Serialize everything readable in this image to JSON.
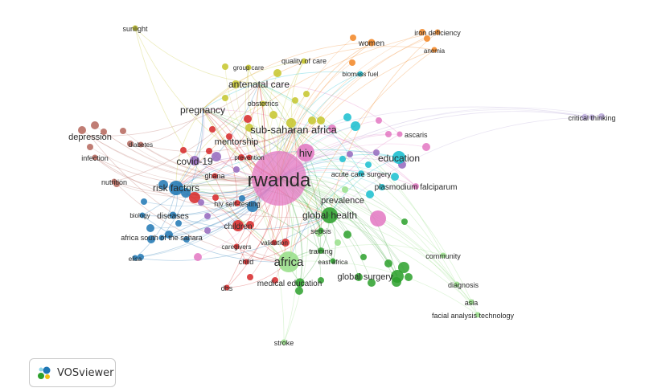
{
  "app": {
    "name": "VOSviewer"
  },
  "cluster_colors": {
    "pink": "#e377c2",
    "red": "#d62728",
    "yellow": "#c5c52a",
    "orange": "#f28522",
    "cyan": "#17becf",
    "green": "#2ca02c",
    "lightgreen": "#98df8a",
    "blue": "#1f77b4",
    "brown": "#b5665c",
    "purple": "#9467bd",
    "lavender": "#b8a8d8"
  },
  "nodes": [
    {
      "label": "rwanda",
      "cluster": "pink",
      "weight": 1.0
    },
    {
      "label": "hiv",
      "cluster": "pink",
      "weight": 0.3
    },
    {
      "label": "ascaris",
      "cluster": "pink",
      "weight": 0.12
    },
    {
      "label": "plasmodium falciparum",
      "cluster": "pink",
      "weight": 0.14
    },
    {
      "label": "global health",
      "cluster": "green",
      "weight": 0.42
    },
    {
      "label": "africa",
      "cluster": "lightgreen",
      "weight": 0.44
    },
    {
      "label": "global surgery",
      "cluster": "green",
      "weight": 0.3
    },
    {
      "label": "medical education",
      "cluster": "green",
      "weight": 0.2
    },
    {
      "label": "training",
      "cluster": "green",
      "weight": 0.14
    },
    {
      "label": "sepsis",
      "cluster": "green",
      "weight": 0.12
    },
    {
      "label": "east africa",
      "cluster": "green",
      "weight": 0.1
    },
    {
      "label": "community",
      "cluster": "lightgreen",
      "weight": 0.12
    },
    {
      "label": "diagnosis",
      "cluster": "lightgreen",
      "weight": 0.1
    },
    {
      "label": "asia",
      "cluster": "lightgreen",
      "weight": 0.1
    },
    {
      "label": "facial analysis technology",
      "cluster": "lightgreen",
      "weight": 0.12
    },
    {
      "label": "stroke",
      "cluster": "lightgreen",
      "weight": 0.1
    },
    {
      "label": "prevalence",
      "cluster": "lightgreen",
      "weight": 0.2
    },
    {
      "label": "sub-saharan africa",
      "cluster": "yellow",
      "weight": 0.34
    },
    {
      "label": "antenatal care",
      "cluster": "yellow",
      "weight": 0.3
    },
    {
      "label": "pregnancy",
      "cluster": "yellow",
      "weight": 0.3
    },
    {
      "label": "group care",
      "cluster": "yellow",
      "weight": 0.12
    },
    {
      "label": "quality of care",
      "cluster": "yellow",
      "weight": 0.12
    },
    {
      "label": "obstetrics",
      "cluster": "yellow",
      "weight": 0.12
    },
    {
      "label": "sunlight",
      "cluster": "yellow",
      "weight": 0.1
    },
    {
      "label": "women",
      "cluster": "orange",
      "weight": 0.16
    },
    {
      "label": "iron deficiency",
      "cluster": "orange",
      "weight": 0.12
    },
    {
      "label": "anemia",
      "cluster": "orange",
      "weight": 0.12
    },
    {
      "label": "biomass fuel",
      "cluster": "cyan",
      "weight": 0.1
    },
    {
      "label": "education",
      "cluster": "cyan",
      "weight": 0.24
    },
    {
      "label": "acute care surgery",
      "cluster": "cyan",
      "weight": 0.14
    },
    {
      "label": "covid-19",
      "cluster": "purple",
      "weight": 0.3
    },
    {
      "label": "critical thinking",
      "cluster": "lavender",
      "weight": 0.1
    },
    {
      "label": "depression",
      "cluster": "brown",
      "weight": 0.24
    },
    {
      "label": "diabetes",
      "cluster": "brown",
      "weight": 0.1
    },
    {
      "label": "infection",
      "cluster": "brown",
      "weight": 0.12
    },
    {
      "label": "nutrition",
      "cluster": "brown",
      "weight": 0.12
    },
    {
      "label": "mentorship",
      "cluster": "red",
      "weight": 0.2
    },
    {
      "label": "prevention",
      "cluster": "red",
      "weight": 0.12
    },
    {
      "label": "ghana",
      "cluster": "red",
      "weight": 0.12
    },
    {
      "label": "hiv self-testing",
      "cluster": "red",
      "weight": 0.14
    },
    {
      "label": "children",
      "cluster": "red",
      "weight": 0.2
    },
    {
      "label": "caregivers",
      "cluster": "red",
      "weight": 0.1
    },
    {
      "label": "validation",
      "cluster": "red",
      "weight": 0.1
    },
    {
      "label": "child",
      "cluster": "red",
      "weight": 0.12
    },
    {
      "label": "dhs",
      "cluster": "red",
      "weight": 0.12
    },
    {
      "label": "risk factors",
      "cluster": "blue",
      "weight": 0.3
    },
    {
      "label": "diseases",
      "cluster": "blue",
      "weight": 0.16
    },
    {
      "label": "biology",
      "cluster": "blue",
      "weight": 0.1
    },
    {
      "label": "africa south of the sahara",
      "cluster": "blue",
      "weight": 0.12
    },
    {
      "label": "elisa",
      "cluster": "blue",
      "weight": 0.1
    }
  ]
}
